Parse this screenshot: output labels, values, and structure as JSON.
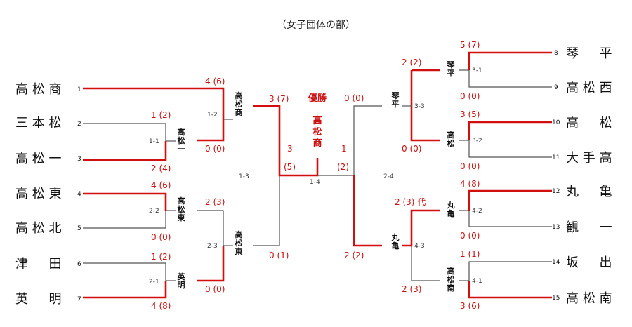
{
  "title": "（女子団体の部）",
  "left_teams": [
    {
      "seed": "1",
      "name": "高 松 商"
    },
    {
      "seed": "2",
      "name": "三 本 松"
    },
    {
      "seed": "3",
      "name": "高 松 一"
    },
    {
      "seed": "4",
      "name": "高 松 東"
    },
    {
      "seed": "5",
      "name": "高 松 北"
    },
    {
      "seed": "6",
      "name": "津 　 田"
    },
    {
      "seed": "7",
      "name": "英 　 明"
    }
  ],
  "right_teams": [
    {
      "seed": "8",
      "name": "琴 　 平"
    },
    {
      "seed": "9",
      "name": "高 松 西"
    },
    {
      "seed": "10",
      "name": "高 　 松"
    },
    {
      "seed": "11",
      "name": "大 手 高"
    },
    {
      "seed": "12",
      "name": "丸 　 亀"
    },
    {
      "seed": "13",
      "name": "観 　 一"
    },
    {
      "seed": "14",
      "name": "坂 　 出"
    },
    {
      "seed": "15",
      "name": "高 松 南"
    }
  ],
  "winner_labels": {
    "l_r1b": "高松一",
    "l_r1c": "高松東",
    "l_r1d": "英明",
    "l_r2a": "高松商",
    "l_r2b": "高松東",
    "r_r1a": "琴平",
    "r_r1b": "高松",
    "r_r1c": "丸亀",
    "r_r1d": "高松南",
    "r_r2a": "琴平",
    "r_r2b": "丸亀"
  },
  "champion": {
    "label": "優勝",
    "team": "高松商"
  },
  "scores": {
    "l1": "4 (6)",
    "l2": "1 (2)",
    "l3": "2 (4)",
    "l4": "4 (6)",
    "l5": "0 (0)",
    "l6": "1 (2)",
    "l7": "4 (8)",
    "l_r1b_out": "0 (0)",
    "l_r1c_out": "2 (3)",
    "l_r1d_out": "0 (0)",
    "l_r2a_out_a": "3 (7)",
    "l_r2b_out": "0 (1)",
    "final_left_top": "3",
    "final_left_bot": "(5)",
    "final_right_top": "1",
    "final_right_bot": "(2)",
    "r_r2a_out": "0 (0)",
    "r_r2b_out": "2 (2)",
    "r1": "5 (7)",
    "r2": "0 (0)",
    "r3": "3 (5)",
    "r4": "0 (0)",
    "r5": "4 (8)",
    "r6": "0 (0)",
    "r7": "1 (1)",
    "r8": "3 (6)",
    "r_r1a_out": "2 (2)",
    "r_r1b_out": "0 (0)",
    "r_r1c_out": "2 (3) 代",
    "r_r1d_out": "2 (3)"
  },
  "match_refs": {
    "l_m1": "1-1",
    "l_m2": "2-2",
    "l_m3": "2-1",
    "l_m4": "1-2",
    "l_m5": "2-3",
    "l_m6": "1-3",
    "final": "1-4",
    "r_m1": "3-1",
    "r_m2": "3-2",
    "r_m3": "4-2",
    "r_m4": "4-1",
    "r_m5": "3-3",
    "r_m6": "4-3",
    "r_m7": "2-4"
  }
}
